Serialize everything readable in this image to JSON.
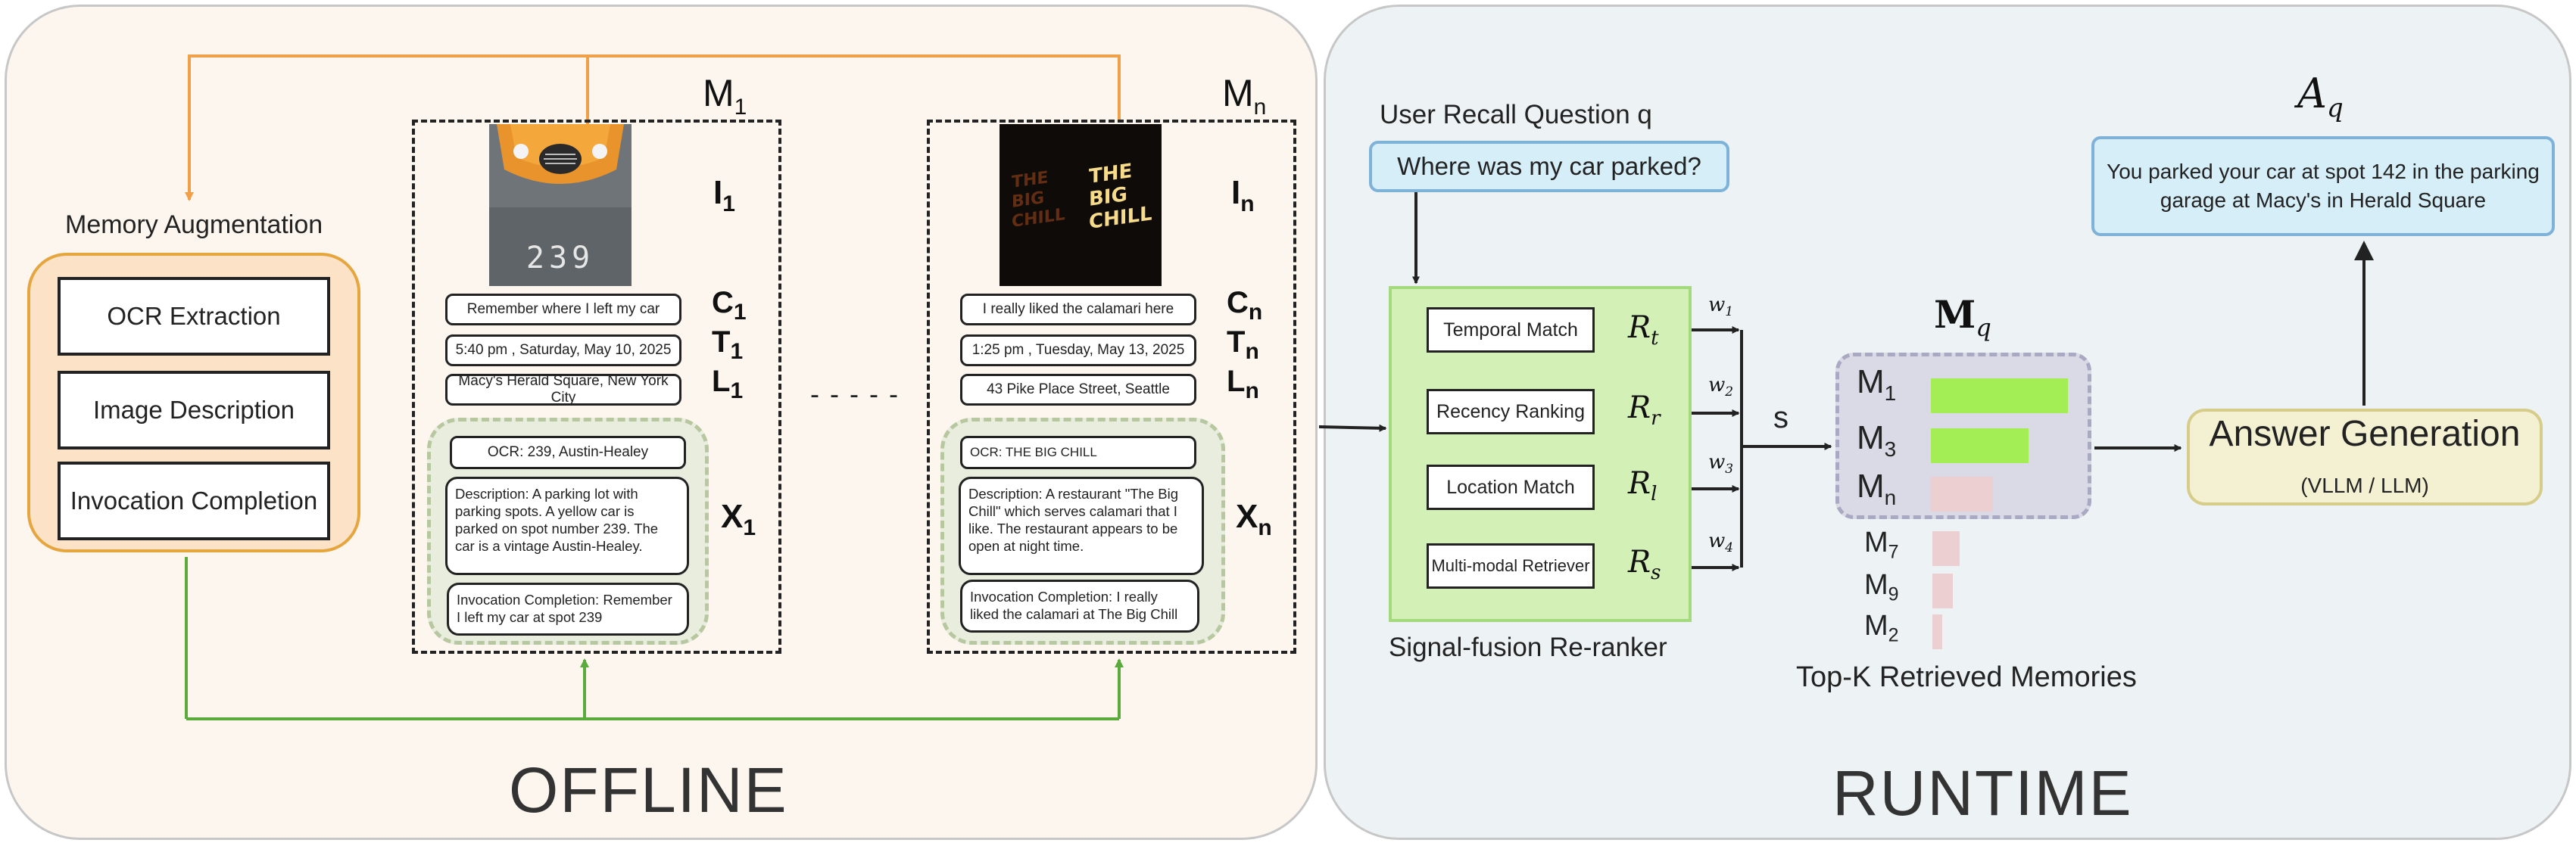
{
  "offline": {
    "panel_label": "OFFLINE",
    "augmentation": {
      "title": "Memory Augmentation",
      "items": [
        "OCR Extraction",
        "Image Description",
        "Invocation Completion"
      ]
    },
    "memory_1": {
      "label": "M",
      "label_sub": "1",
      "image_symbol": "I",
      "image_sub": "1",
      "plate_text": "239",
      "caption": "Remember where I left my car",
      "caption_symbol": "C",
      "caption_sub": "1",
      "time": "5:40 pm , Saturday, May 10, 2025",
      "time_symbol": "T",
      "time_sub": "1",
      "location": "Macy's Herald Square, New York City",
      "location_symbol": "L",
      "location_sub": "1",
      "ocr": "OCR: 239, Austin-Healey",
      "description": "Description:  A parking lot with parking spots. A yellow car is parked on spot number 239.  The car is a vintage Austin-Healey.",
      "invocation": "Invocation Completion:  Remember I left my car at spot 239",
      "x_symbol": "X",
      "x_sub": "1"
    },
    "ellipsis": "- - - - -",
    "memory_n": {
      "label": "M",
      "label_sub": "n",
      "image_symbol": "I",
      "image_sub": "n",
      "sign_text": [
        "THE",
        "BIG",
        "CHILL"
      ],
      "caption": "I really liked the calamari here",
      "caption_symbol": "C",
      "caption_sub": "n",
      "time": "1:25 pm , Tuesday, May 13, 2025",
      "time_symbol": "T",
      "time_sub": "n",
      "location": "43 Pike Place Street, Seattle",
      "location_symbol": "L",
      "location_sub": "n",
      "ocr": "OCR: THE BIG CHILL",
      "description": "Description:  A restaurant  \"The Big Chill\" which serves calamari that I like. The restaurant appears to be open at night time.",
      "invocation": "Invocation Completion:  I really liked the calamari at The Big Chill",
      "x_symbol": "X",
      "x_sub": "n"
    }
  },
  "runtime": {
    "panel_label": "RUNTIME",
    "question_title": "User Recall Question q",
    "question": "Where was my car parked?",
    "fusion": {
      "title": "Signal-fusion Re-ranker",
      "signals": [
        {
          "label": "Temporal Match",
          "symbol": "R",
          "sub": "t",
          "weight": "w",
          "weight_sub": "1"
        },
        {
          "label": "Recency Ranking",
          "symbol": "R",
          "sub": "r",
          "weight": "w",
          "weight_sub": "2"
        },
        {
          "label": "Location Match",
          "symbol": "R",
          "sub": "l",
          "weight": "w",
          "weight_sub": "3"
        },
        {
          "label": "Multi-modal Retriever",
          "symbol": "R",
          "sub": "s",
          "weight": "w",
          "weight_sub": "4"
        }
      ],
      "sum_label": "s"
    },
    "retrieved": {
      "set_symbol": "M",
      "set_sub": "q",
      "title": "Top-K Retrieved Memories",
      "items": [
        {
          "label": "M",
          "sub": "1",
          "score": 0.95,
          "color": "#a3ee55"
        },
        {
          "label": "M",
          "sub": "3",
          "score": 0.68,
          "color": "#a3ee55"
        },
        {
          "label": "M",
          "sub": "n",
          "score": 0.43,
          "color": "#eccfd0"
        },
        {
          "label": "M",
          "sub": "7",
          "score": 0.19,
          "color": "#eccfd0"
        },
        {
          "label": "M",
          "sub": "9",
          "score": 0.14,
          "color": "#eccfd0"
        },
        {
          "label": "M",
          "sub": "2",
          "score": 0.07,
          "color": "#eccfd0"
        }
      ]
    },
    "answer_generation": {
      "title": "Answer Generation",
      "subtitle": "(VLLM / LLM)"
    },
    "answer_symbol": "A",
    "answer_sub": "q",
    "answer": "You parked your car at spot 142 in the parking garage at Macy's in Herald Square"
  },
  "colors": {
    "augment_arrow": "#f0a048",
    "feedback_arrow": "#5aaa3c",
    "offline_bg": "#fcf6ee",
    "runtime_bg": "#edf3f4"
  }
}
